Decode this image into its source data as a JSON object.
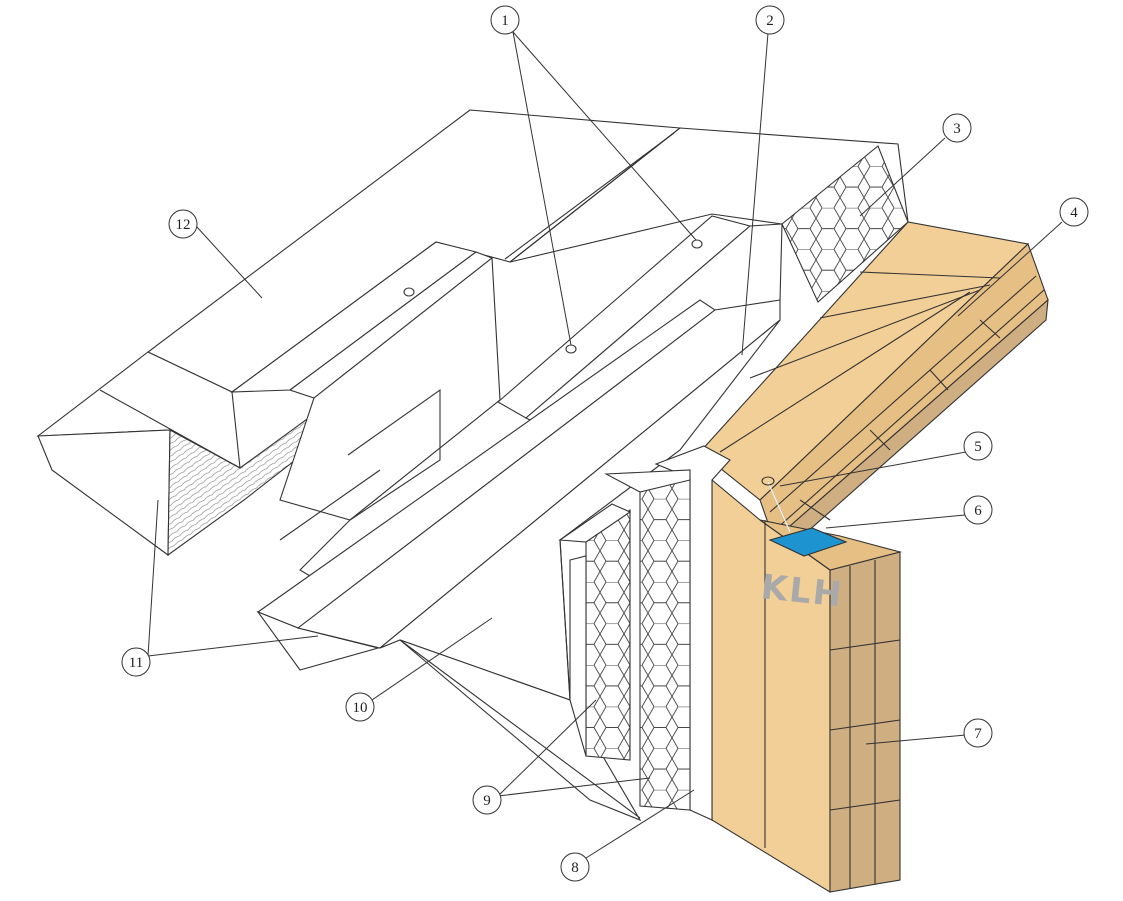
{
  "colors": {
    "timber_light": "#f1cf96",
    "timber_mid": "#e6bf85",
    "timber_dark": "#cfae82",
    "timber_shadow": "#c9a67a",
    "membrane_blue": "#1d93cf",
    "insulation": "#ffffff",
    "outline": "#333333",
    "brand_text": "#a9a9a9"
  },
  "brand": {
    "text": "KLH"
  },
  "callouts": [
    {
      "id": "1",
      "label": "1"
    },
    {
      "id": "2",
      "label": "2"
    },
    {
      "id": "3",
      "label": "3"
    },
    {
      "id": "4",
      "label": "4"
    },
    {
      "id": "5",
      "label": "5"
    },
    {
      "id": "6",
      "label": "6"
    },
    {
      "id": "7",
      "label": "7"
    },
    {
      "id": "8",
      "label": "8"
    },
    {
      "id": "9",
      "label": "9"
    },
    {
      "id": "10",
      "label": "10"
    },
    {
      "id": "11",
      "label": "11"
    },
    {
      "id": "12",
      "label": "12"
    }
  ]
}
